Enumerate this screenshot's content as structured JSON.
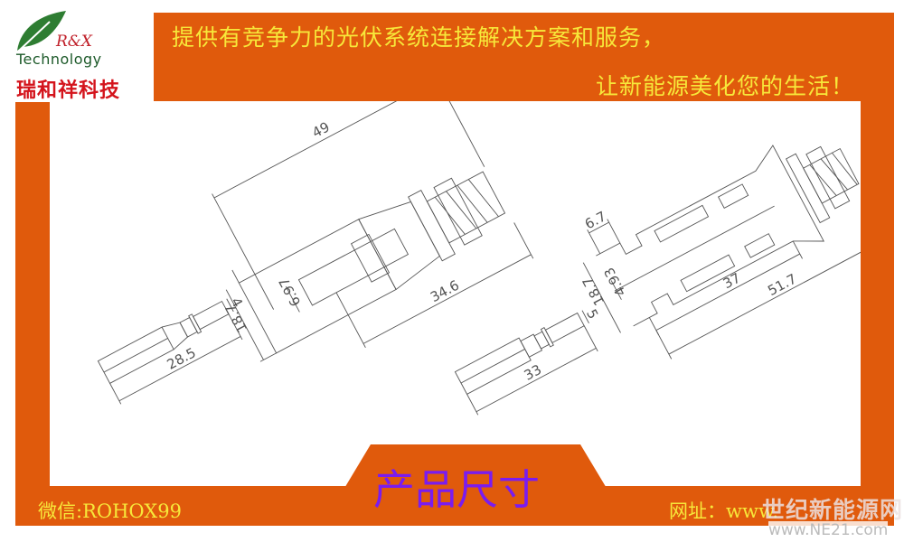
{
  "brand": {
    "logo_letters": "R&X",
    "logo_word": "Technology",
    "name_cn": "瑞和祥科技",
    "leaf_color": "#2e7d32"
  },
  "header": {
    "slogan_line1": "提供有竞争力的光伏系统连接解决方案和服务，",
    "slogan_line2": "让新能源美化您的生活！"
  },
  "colors": {
    "frame": "#e05a0c",
    "slogan": "#f7e83a",
    "tab_title": "#7a1cf0"
  },
  "diagram": {
    "left_pin": {
      "length": "28.5",
      "diameter": "4"
    },
    "left_connector": {
      "overall": "49",
      "body": "34.6",
      "height": "18.7",
      "inner": "6.97"
    },
    "right_pin": {
      "length": "33",
      "diameter": "5"
    },
    "right_connector": {
      "overall": "51.7",
      "body": "37",
      "height": "18.7",
      "inner": "4.93",
      "tip": "6.7"
    }
  },
  "tab": {
    "title": "产品尺寸"
  },
  "footer": {
    "wechat": "微信:ROHOX99",
    "website_label": "网址：www."
  },
  "watermark": {
    "name": "世纪新能源网",
    "url": "www.NE21.com"
  }
}
